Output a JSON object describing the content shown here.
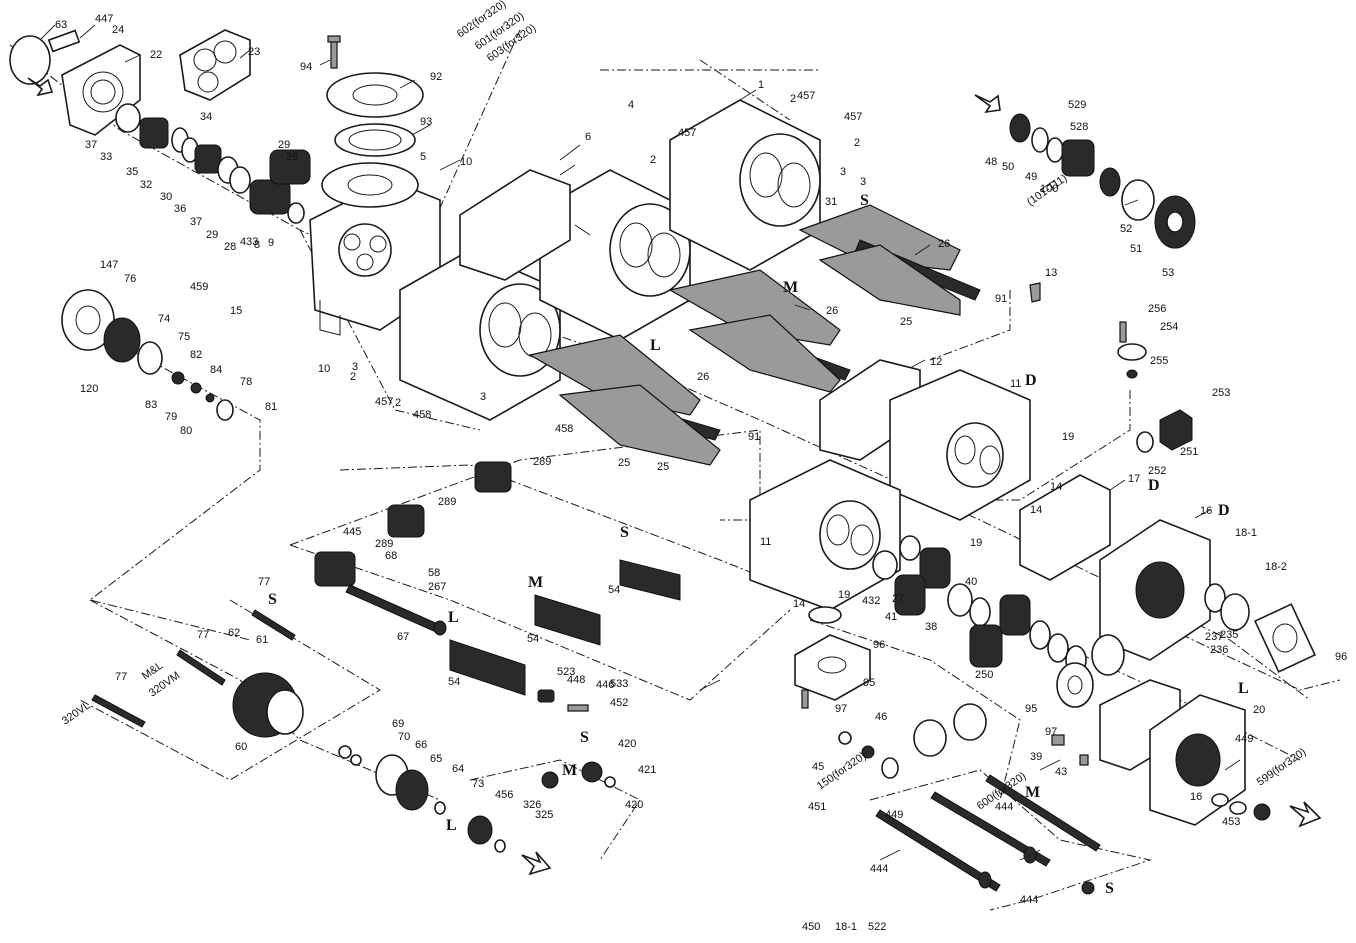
{
  "figure": {
    "labels": [
      "63",
      "447",
      "24",
      "22",
      "23",
      "94",
      "92",
      "602(for320)",
      "601(for320)",
      "603(for320)",
      "1",
      "2",
      "457",
      "457",
      "2",
      "4",
      "457",
      "2",
      "529",
      "528",
      "48",
      "50",
      "49",
      "100",
      "(101-111)",
      "52",
      "51",
      "53",
      "37",
      "33",
      "35",
      "32",
      "30",
      "36",
      "37",
      "29",
      "28",
      "433",
      "8",
      "9",
      "29",
      "28",
      "34",
      "93",
      "5",
      "10",
      "6",
      "3",
      "3",
      "31",
      "S",
      "26",
      "M",
      "26",
      "25",
      "91",
      "13",
      "147",
      "76",
      "74",
      "75",
      "82",
      "84",
      "78",
      "81",
      "120",
      "83",
      "79",
      "80",
      "459",
      "15",
      "10",
      "3",
      "2",
      "457",
      "2",
      "458",
      "458",
      "3",
      "L",
      "26",
      "25",
      "91",
      "25",
      "12",
      "11",
      "D",
      "19",
      "256",
      "254",
      "255",
      "253",
      "251",
      "252",
      "D",
      "17",
      "14",
      "11",
      "14",
      "19",
      "16",
      "D",
      "18-1",
      "18-2",
      "289",
      "289",
      "445",
      "289",
      "68",
      "58",
      "267",
      "67",
      "L",
      "S",
      "54",
      "M",
      "54",
      "54",
      "523",
      "448",
      "446",
      "533",
      "452",
      "77",
      "S",
      "77",
      "62",
      "61",
      "M&L",
      "320VM",
      "77",
      "320VL",
      "60",
      "69",
      "70",
      "66",
      "65",
      "64",
      "73",
      "456",
      "326",
      "325",
      "L",
      "S",
      "420",
      "421",
      "M",
      "420",
      "14",
      "19",
      "432",
      "27",
      "41",
      "38",
      "40",
      "250",
      "237",
      "236",
      "235",
      "96",
      "95",
      "97",
      "96",
      "95",
      "97",
      "39",
      "43",
      "46",
      "45",
      "150(for320)",
      "451",
      "449",
      "600(for320)",
      "444",
      "M",
      "444",
      "S",
      "444",
      "L",
      "449",
      "599(for320)",
      "16",
      "20",
      "453",
      "450",
      "18-1",
      "522"
    ],
    "letters": [
      "S",
      "M",
      "L",
      "D"
    ]
  }
}
